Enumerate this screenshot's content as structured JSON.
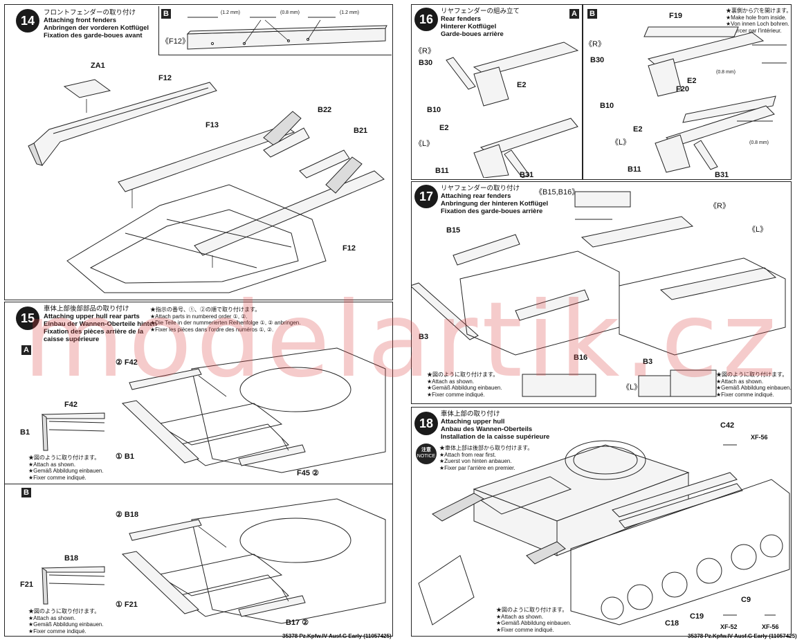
{
  "watermark": "modelartik.cz",
  "step14": {
    "number": "14",
    "title_jp": "フロントフェンダーの取り付け",
    "title_en": "Attaching front fenders",
    "title_de": "Anbringen der vorderen Kotflügel",
    "title_fr": "Fixation des garde-boues avant",
    "sub_b": "B",
    "f12_label": "《F12》",
    "hole_left": "(1.2 mm)",
    "hole_mid": "(0.8 mm)",
    "hole_right": "(1.2 mm)",
    "parts": {
      "za1": "ZA1",
      "f12_top": "F12",
      "f13": "F13",
      "b22": "B22",
      "b21": "B21",
      "f12_bottom": "F12"
    }
  },
  "step15": {
    "number": "15",
    "title_jp": "車体上部後部部品の取り付け",
    "title_en": "Attaching upper hull rear parts",
    "title_de": "Einbau der Wannen-Oberteile hinten",
    "title_fr": "Fixation des pièces arrière de la",
    "title_fr2": "caisse supérieure",
    "order_jp": "★指示の番号、①、②の順で取り付けます。",
    "order_en": "★Attach parts in numbered order ①, ②.",
    "order_de": "★Die Teile in der nummerierten Reihenfolge ①, ② anbringen.",
    "order_fr": "★Fixer les pièces dans l'ordre des numéros ①, ②.",
    "sub_a": "A",
    "sub_b": "B",
    "a_parts": {
      "f42_top": "② F42",
      "f42_side": "F42",
      "b1_side": "B1",
      "b1": "① B1",
      "f45": "F45 ②"
    },
    "b_parts": {
      "b18_top": "② B18",
      "b18_side": "B18",
      "f21_side": "F21",
      "f21": "① F21",
      "b17": "B17 ②"
    },
    "attach_jp": "★図のように取り付けます。",
    "attach_en": "★Attach as shown.",
    "attach_de": "★Gemäß Abbildung einbauen.",
    "attach_fr": "★Fixer comme indiqué."
  },
  "step16": {
    "number": "16",
    "title_jp": "リヤフェンダーの組み立て",
    "title_en": "Rear fenders",
    "title_de": "Hinterer Kotflügel",
    "title_fr": "Garde-boues arrière",
    "sub_a": "A",
    "sub_b": "B",
    "drill_jp": "★裏側から穴を開けます。",
    "drill_en": "★Make hole from inside.",
    "drill_de": "★Von innen Loch bohren.",
    "drill_fr": "★Percer par l'intérieur.",
    "r_label": "《R》",
    "l_label": "《L》",
    "parts": {
      "b30": "B30",
      "e2": "E2",
      "b10": "B10",
      "b11": "B11",
      "b31": "B31",
      "f19": "F19",
      "f20": "F20"
    },
    "hole": "(0.8 mm)"
  },
  "step17": {
    "number": "17",
    "title_jp": "リヤフェンダーの取り付け",
    "title_en": "Attaching rear fenders",
    "title_de": "Anbringung der hinteren Kotflügel",
    "title_fr": "Fixation des garde-boues arrière",
    "ref": "《B15,B16》",
    "r_label": "《R》",
    "l_label": "《L》",
    "l_label2": "《L》",
    "parts": {
      "b15": "B15",
      "b3": "B3",
      "b16": "B16",
      "b3b": "B3"
    },
    "attach_jp": "★図のように取り付けます。",
    "attach_en": "★Attach as shown.",
    "attach_de": "★Gemäß Abbildung einbauen.",
    "attach_fr": "★Fixer comme indiqué."
  },
  "step18": {
    "number": "18",
    "title_jp": "車体上部の取り付け",
    "title_en": "Attaching upper hull",
    "title_de": "Anbau des Wannen-Oberteils",
    "title_fr": "Installation de la caisse supérieure",
    "notice_jp": "注意",
    "notice_en": "NOTICE",
    "rear_jp": "★車体上部は後部から取り付けます。",
    "rear_en": "★Attach from rear first.",
    "rear_de": "★Zuerst von hinten anbauen.",
    "rear_fr": "★Fixer par l'arrière en premier.",
    "parts": {
      "c42": "C42",
      "xf56a": "XF-56",
      "c9": "C9",
      "c18": "C18",
      "c19": "C19",
      "xf52": "XF-52",
      "xf56b": "XF-56"
    },
    "attach_jp": "★図のように取り付けます。",
    "attach_en": "★Attach as shown.",
    "attach_de": "★Gemäß Abbildung einbauen.",
    "attach_fr": "★Fixer comme indiqué."
  },
  "footer": {
    "left": "35378 Pz.Kpfw.IV Ausf.G Early (11057425)",
    "right": "35378 Pz.Kpfw.IV Ausf.G Early (11057425)"
  }
}
